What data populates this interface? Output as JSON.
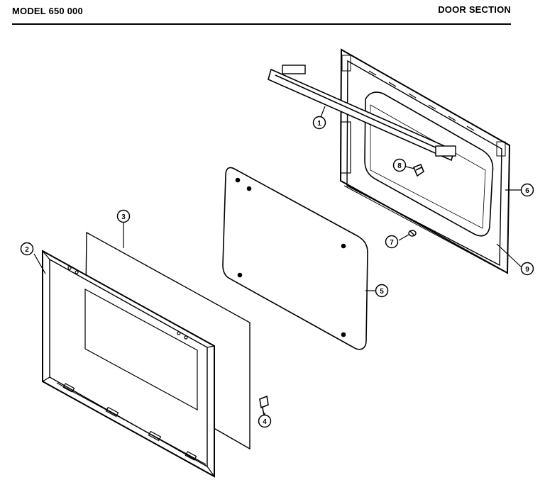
{
  "header": {
    "model": "MODEL 650 000",
    "section_title": "DOOR SECTION"
  },
  "callouts": [
    {
      "key": "c1",
      "label": "1"
    },
    {
      "key": "c2",
      "label": "2"
    },
    {
      "key": "c3",
      "label": "3"
    },
    {
      "key": "c4",
      "label": "4"
    },
    {
      "key": "c5",
      "label": "5"
    },
    {
      "key": "c6",
      "label": "6"
    },
    {
      "key": "c7",
      "label": "7"
    },
    {
      "key": "c8",
      "label": "8"
    },
    {
      "key": "c9",
      "label": "9"
    }
  ]
}
